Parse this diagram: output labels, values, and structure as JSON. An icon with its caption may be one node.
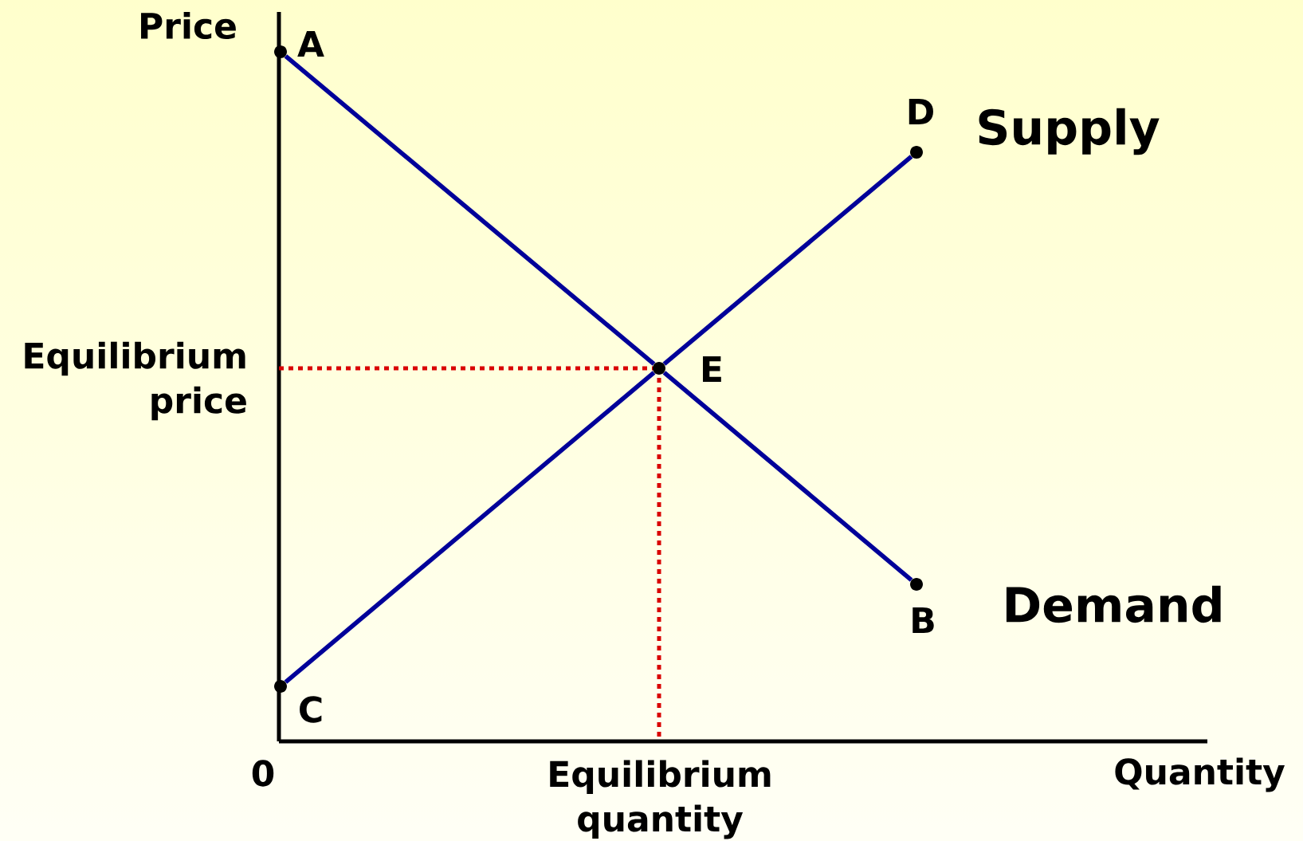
{
  "diagram": {
    "nodes": [
      {
        "text": [
          "A"
        ]
      },
      {
        "text": [
          "D"
        ]
      },
      {
        "text": [
          "E"
        ]
      },
      {
        "text": [
          "B"
        ]
      },
      {
        "text": [
          "C"
        ]
      }
    ],
    "edges": [
      {
        "from": 0,
        "to": 2,
        "arrow": "none"
      },
      {
        "from": 2,
        "to": 3,
        "arrow": "none"
      },
      {
        "from": 4,
        "to": 2,
        "arrow": "none"
      },
      {
        "from": 2,
        "to": 1,
        "arrow": "none"
      }
    ],
    "labels": [
      "Price",
      "Supply",
      "Equilibrium price",
      "Demand",
      "0",
      "Equilibrium quantity",
      "Quantity"
    ]
  }
}
